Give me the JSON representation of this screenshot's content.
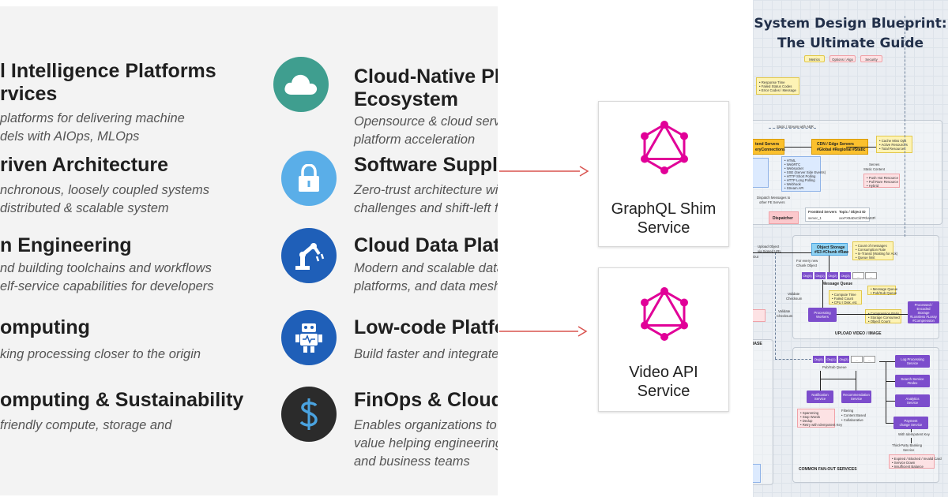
{
  "panel1": {
    "colors": {
      "background": "#f3f3f3",
      "title": "#1f1f1f",
      "desc": "#555555"
    },
    "left_items": [
      {
        "title_lines": [
          "l Intelligence Platforms",
          "rvices"
        ],
        "desc_lines": [
          "platforms for delivering machine",
          "dels with AIOps, MLOps"
        ]
      },
      {
        "title_lines": [
          "riven Architecture"
        ],
        "desc_lines": [
          "nchronous, loosely coupled systems",
          "distributed & scalable system"
        ]
      },
      {
        "title_lines": [
          "n Engineering"
        ],
        "desc_lines": [
          "nd building toolchains and workflows",
          "elf-service capabilities for developers"
        ]
      },
      {
        "title_lines": [
          "omputing"
        ],
        "desc_lines": [
          "king processing closer to the origin"
        ]
      },
      {
        "title_lines": [
          "omputing & Sustainability"
        ],
        "desc_lines": [
          "friendly compute, storage and"
        ]
      }
    ],
    "right_items": [
      {
        "icon": "cloud-icon",
        "icon_color": "#3f9e8f",
        "title_lines": [
          "Cloud-Native Pla",
          "Ecosystem"
        ],
        "desc_lines": [
          "Opensource & cloud servic",
          "platform acceleration"
        ]
      },
      {
        "icon": "lock-icon",
        "icon_color": "#5aaee8",
        "title_lines": [
          "Software Supply"
        ],
        "desc_lines": [
          "Zero-trust architecture wit",
          "challenges and shift-left fo"
        ]
      },
      {
        "icon": "robot-arm-icon",
        "icon_color": "#1f5fb8",
        "title_lines": [
          "Cloud Data Platf"
        ],
        "desc_lines": [
          "Modern and scalable data",
          "platforms, and data mesh"
        ]
      },
      {
        "icon": "robot-icon",
        "icon_color": "#1f5fb8",
        "title_lines": [
          "Low-code Platfo"
        ],
        "desc_lines": [
          "Build faster and integrate"
        ]
      },
      {
        "icon": "dollar-icon",
        "icon_color": "#2b2b2b",
        "title_lines": [
          "FinOps & Cloud"
        ],
        "desc_lines": [
          "Enables organizations to g",
          "value helping engineering,",
          "and business teams"
        ]
      }
    ]
  },
  "panel2": {
    "colors": {
      "arrow": "#d9534f",
      "graphql": "#e10098"
    },
    "services": [
      {
        "icon": "graphql-icon",
        "label_lines": [
          "GraphQL Shim",
          "Service"
        ]
      },
      {
        "icon": "graphql-icon",
        "label_lines": [
          "Video API",
          "Service"
        ]
      }
    ]
  },
  "panel3": {
    "title_lines": [
      "System Design Blueprint:",
      "The Ultimate Guide"
    ],
    "colors": {
      "title": "#22304a",
      "purple": "#7c4dcc",
      "yellow": "#fdf3b5",
      "orange": "#fbc02d"
    },
    "top_pills": [
      "Metrics",
      "Options / Algo",
      "Security"
    ],
    "metrics_note": [
      "• Response Time",
      "• Failed Status Codes",
      "• Error Codes / Message"
    ],
    "static_label": "Static / Stream with ABR",
    "cdn_box": [
      "CDN / Edge Servers",
      "#Global #Regional #Static"
    ],
    "edge_left_box": [
      "tend Servers",
      "eryConnections"
    ],
    "cache_note": [
      "• Cache Miss Ops",
      "• Active Resources",
      "• Total Resources"
    ],
    "serves_label": [
      "Serves",
      "Static Content"
    ],
    "push_pull_note": [
      "• Push Hot Resource",
      "• Pull Rare Resource",
      "• Hybrid"
    ],
    "protocols_note": [
      "• HTML",
      "• WebRTC",
      "• Websocket",
      "• SSE (Server Side Events)",
      "• HTTP Short Polling",
      "• HTTP Long Polling",
      "• Webhook",
      "• Stream API"
    ],
    "dispatch_label": [
      "Dispatch Messages to",
      "other FE Servers"
    ],
    "dispatcher": "Dispatcher",
    "fe_table_headers": [
      "FrontEnd Servers",
      "Topic / Object ID"
    ],
    "fe_table_row": [
      "server_1",
      "xxxFX9aDxCld7RhaXtFl"
    ],
    "upload_label": [
      "Upload Object",
      "via Signed URL"
    ],
    "object_storage": [
      "Object Storage",
      "#S3 #Chunk #Raw"
    ],
    "chunk_label": [
      "For every new",
      "Chunk Object"
    ],
    "storage_note": [
      "• Count of messages",
      "• Consumption Rate",
      "• In-Transit (Waiting for Ack)",
      "• Queue limit"
    ],
    "queue_cells": [
      "Obj(0)",
      "Obj(1)",
      "Obj(2)",
      "Obj(3)",
      "...",
      "..."
    ],
    "message_queue": "Message Queue",
    "validate_label": [
      "Validate",
      "Checksum"
    ],
    "compute_note": [
      "• Compute Time",
      "• Failed Count",
      "• CPU / Disk, etc"
    ],
    "mq_note": [
      "• Message Queue",
      "• Pub/Sub Queue"
    ],
    "processing_workers": [
      "Processing",
      "Workers"
    ],
    "compression_note": [
      "• Compression Ratio",
      "• Storage Consumed",
      "• Object Count"
    ],
    "processed_storage": [
      "Processed / Encoded",
      "Storage",
      "#Lossless #Lossy",
      "#Compression"
    ],
    "upload_section": "UPLOAD VIDEO / IMAGE",
    "pubsub_cells": [
      "Obj(0)",
      "Obj(1)",
      "Obj(2)",
      "...",
      "..."
    ],
    "pubsub_label": "Pub/Sub Queue",
    "notification": [
      "Notification",
      "Service"
    ],
    "recommendation": [
      "Recommendation",
      "Service"
    ],
    "log_processing": [
      "Log Processing",
      "Service"
    ],
    "search_service": [
      "Search Service",
      "#Index"
    ],
    "analytics": [
      "Analytics",
      "Service"
    ],
    "payment": [
      "Payment",
      "charge Service"
    ],
    "spam_note": [
      "• Spamming",
      "• Stop Words",
      "• Dedup",
      "• Retry with Idempotent Key"
    ],
    "filter_note": [
      "Filtering",
      "• Content Based",
      "• Collaborative"
    ],
    "idempotent_label": "With Idempotent Key",
    "third_party": [
      "Third-Party Banking",
      "Service"
    ],
    "payment_note": [
      "• Expired / Blocked / Invalid Card",
      "• Service Down",
      "• Insufficient Balance"
    ],
    "fanout_section": "COMMON FAN-OUT SERVICES",
    "side_label": "IASE",
    "validate2": [
      "Validate",
      "Checksum"
    ],
    "left_small": "Out"
  }
}
